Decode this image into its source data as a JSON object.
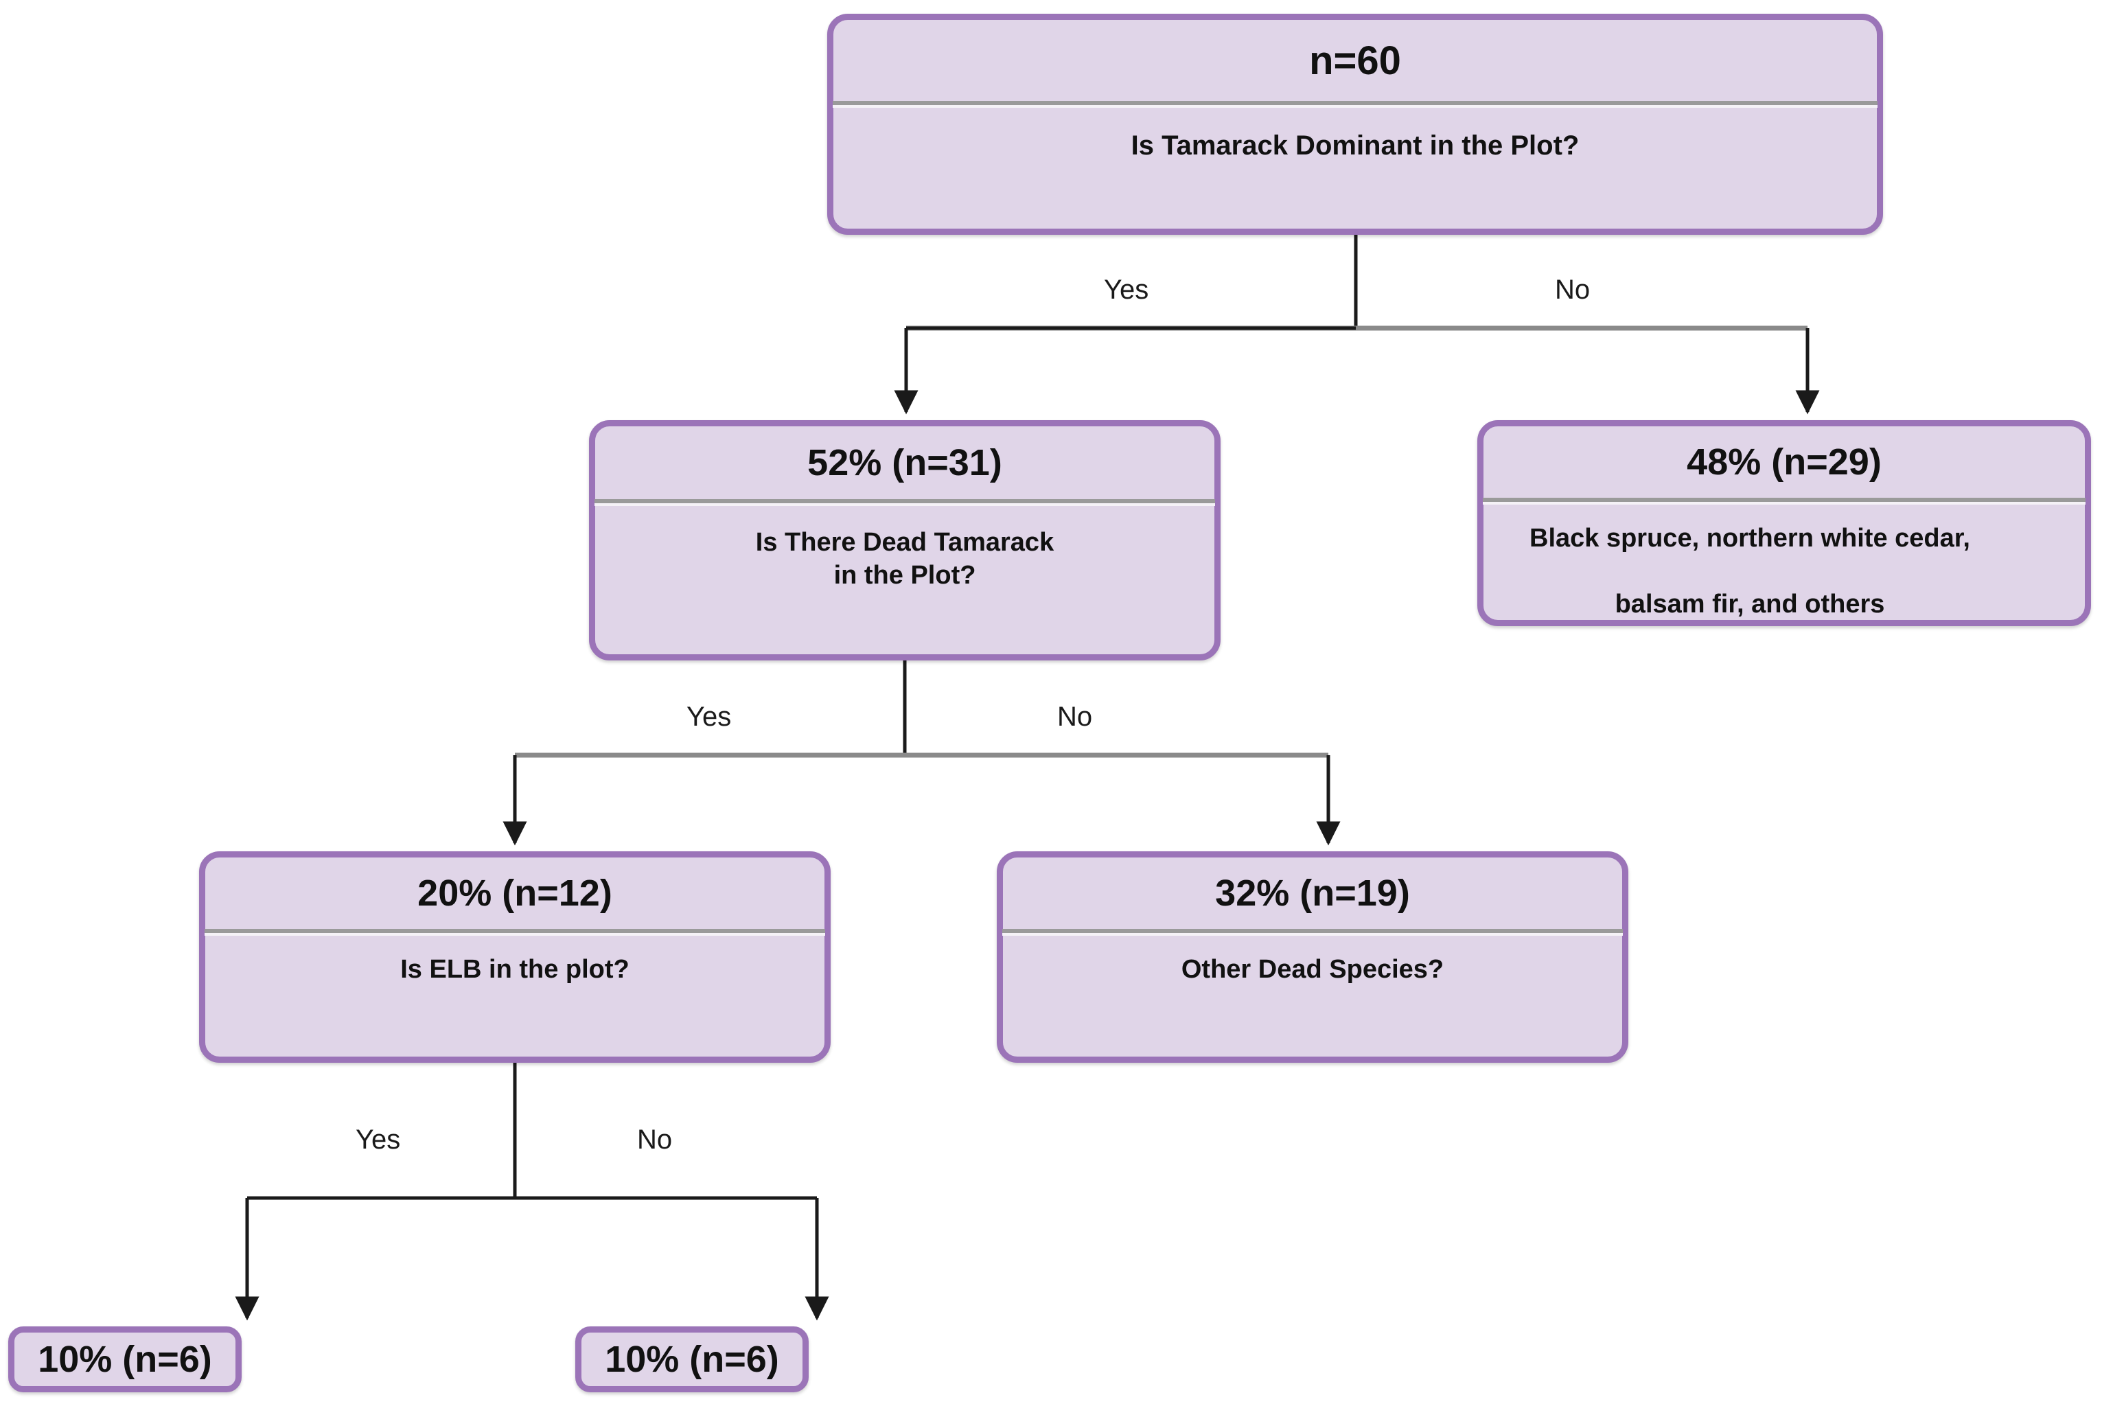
{
  "diagram": {
    "title": "Tamarack plot classification decision tree",
    "colors": {
      "node_fill": "#e0d5e8",
      "node_border": "#9b74b8",
      "divider": "#9a9a9a",
      "edge": "#1a1a1a",
      "text": "#111111",
      "background": "#ffffff"
    },
    "nodes": [
      {
        "id": "root",
        "header": "n=60",
        "body": "Is Tamarack Dominant in the Plot?",
        "level": 0
      },
      {
        "id": "yes1",
        "header": "52% (n=31)",
        "body_line1": "Is There Dead Tamarack",
        "body_line2": "in the Plot?",
        "level": 1
      },
      {
        "id": "no1",
        "header": "48% (n=29)",
        "body_line1": "Black spruce, northern white cedar,",
        "body_line2": "balsam fir, and others",
        "level": 1
      },
      {
        "id": "yes2",
        "header": "20% (n=12)",
        "body": "Is ELB in the plot?",
        "level": 2
      },
      {
        "id": "no2",
        "header": "32% (n=19)",
        "body": "Other Dead Species?",
        "level": 2
      },
      {
        "id": "leaf1",
        "header": "10% (n=6)",
        "level": 3
      },
      {
        "id": "leaf2",
        "header": "10% (n=6)",
        "level": 3
      }
    ],
    "edges": [
      {
        "id": "root-yes",
        "from": "root",
        "to": "yes1",
        "label": "Yes"
      },
      {
        "id": "root-no",
        "from": "root",
        "to": "no1",
        "label": "No"
      },
      {
        "id": "yes1-yes",
        "from": "yes1",
        "to": "yes2",
        "label": "Yes"
      },
      {
        "id": "yes1-no",
        "from": "yes1",
        "to": "no2",
        "label": "No"
      },
      {
        "id": "yes2-yes",
        "from": "yes2",
        "to": "leaf1",
        "label": "Yes"
      },
      {
        "id": "yes2-no",
        "from": "yes2",
        "to": "leaf2",
        "label": "No"
      }
    ]
  }
}
